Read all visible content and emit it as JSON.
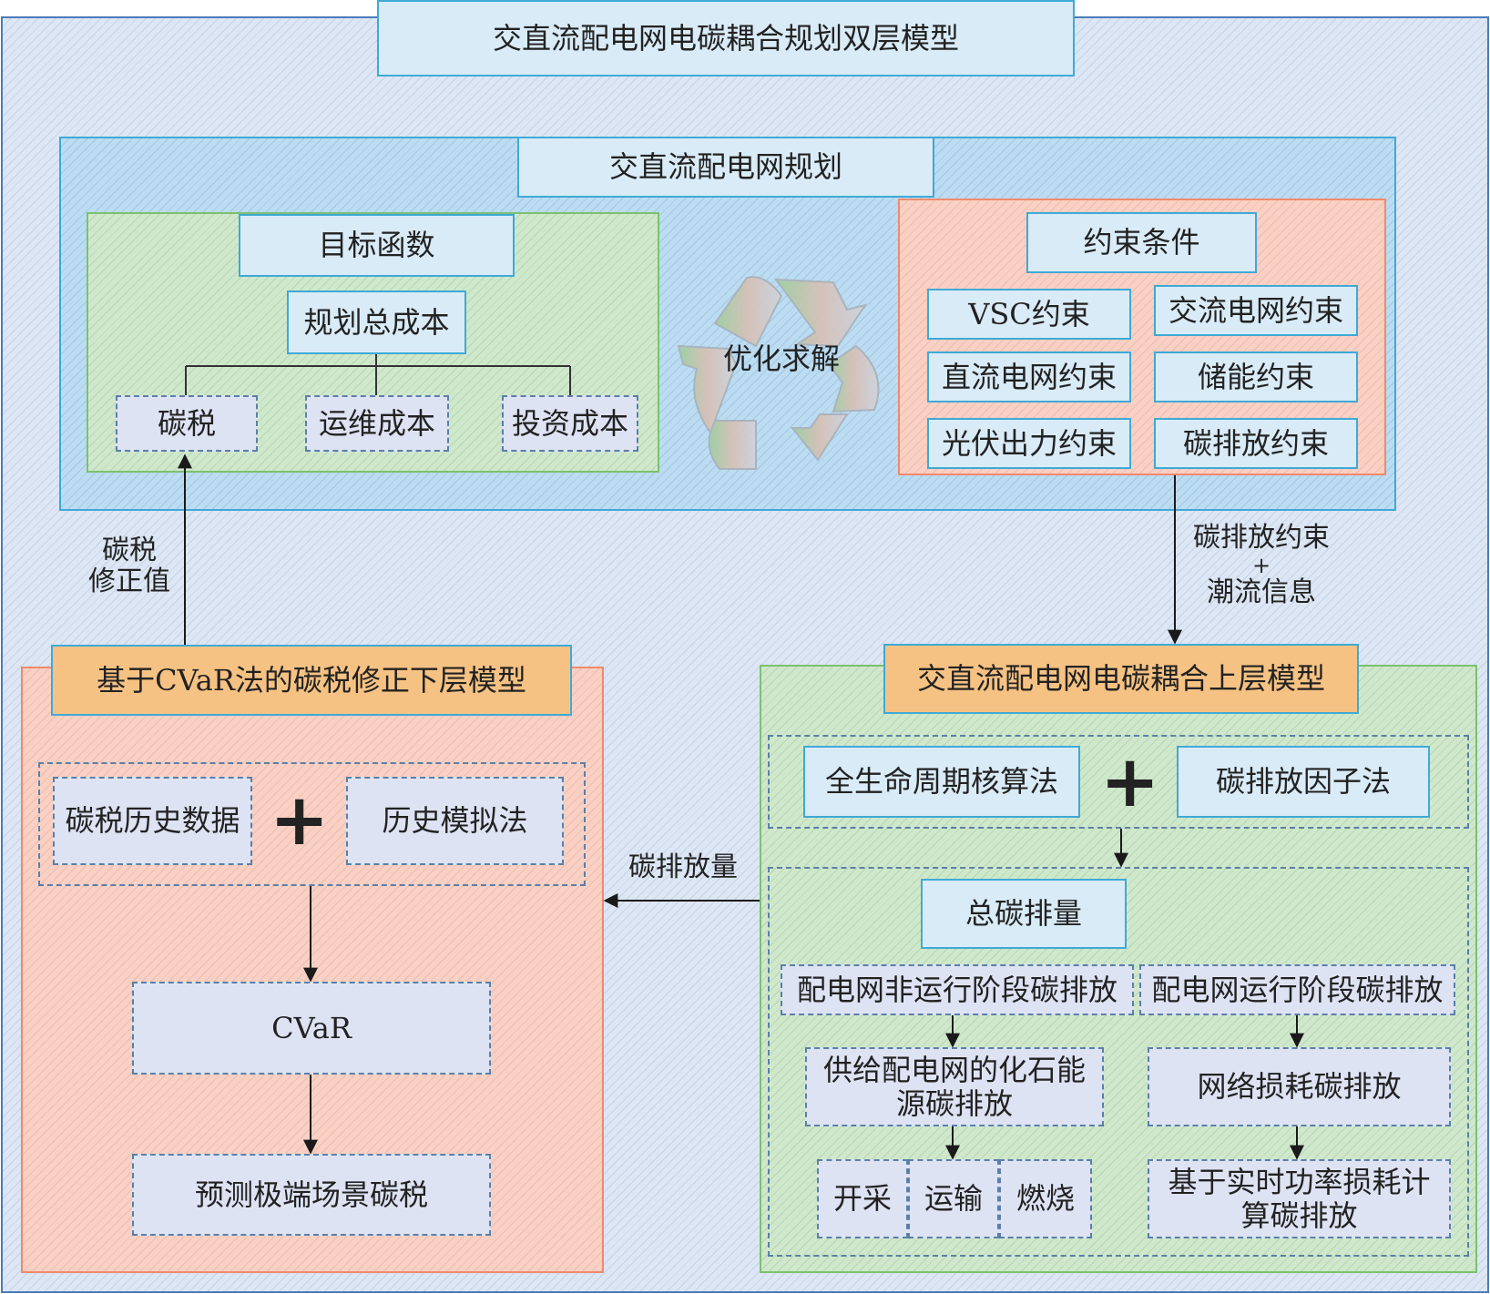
{
  "title": "交直流配电网电碳耦合规划双层模型",
  "planning": {
    "title": "交直流配电网规划",
    "objective": {
      "title": "目标函数",
      "total": "规划总成本",
      "items": [
        "碳税",
        "运维成本",
        "投资成本"
      ]
    },
    "optimize_label": "优化求解",
    "constraints": {
      "title": "约束条件",
      "items": [
        "VSC约束",
        "交流电网约束",
        "直流电网约束",
        "储能约束",
        "光伏出力约束",
        "碳排放约束"
      ]
    }
  },
  "arrows": {
    "tax_correction": [
      "碳税",
      "修正值"
    ],
    "down_label": [
      "碳排放约束",
      "+",
      "潮流信息"
    ],
    "emission_amount": "碳排放量"
  },
  "lower_model": {
    "title": "基于CVaR法的碳税修正下层模型",
    "inputs": [
      "碳税历史数据",
      "历史模拟法"
    ],
    "plus": "+",
    "cvar": "CVaR",
    "result": "预测极端场景碳税"
  },
  "upper_model": {
    "title": "交直流配电网电碳耦合上层模型",
    "methods": [
      "全生命周期核算法",
      "碳排放因子法"
    ],
    "plus": "+",
    "total": "总碳排量",
    "non_operation": {
      "title": "配电网非运行阶段碳排放",
      "source": [
        "供给配电网的化石能",
        "源碳排放"
      ],
      "stages": [
        "开采",
        "运输",
        "燃烧"
      ]
    },
    "operation": {
      "title": "配电网运行阶段碳排放",
      "loss": "网络损耗碳排放",
      "calc": [
        "基于实时功率损耗计",
        "算碳排放"
      ]
    }
  },
  "colors": {
    "outer_bg": "#dce6f4",
    "planning_bg": "#bcdcf2",
    "green_bg": "#cfe8cc",
    "red_bg": "#f9d0c4",
    "box_border": "#3fa9d6",
    "orange": "#f6c283",
    "dash": "#5a7fa8"
  }
}
